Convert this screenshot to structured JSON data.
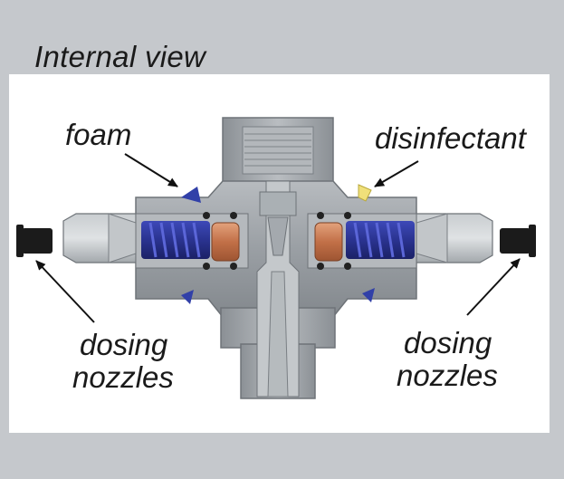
{
  "title": "Internal view",
  "labels": {
    "foam": "foam",
    "disinfectant": "disinfectant",
    "dosing_left_line1": "dosing",
    "dosing_left_line2": "nozzles",
    "dosing_right_line1": "dosing",
    "dosing_right_line2": "nozzles"
  },
  "colors": {
    "background": "#c5c8cc",
    "panel": "#ffffff",
    "body_metal": "#9ea3a8",
    "spring": "#2f3a9c",
    "piston": "#c97a4c",
    "seal_disinfectant": "#f0e07a",
    "nozzle": "#1b1b1b"
  }
}
